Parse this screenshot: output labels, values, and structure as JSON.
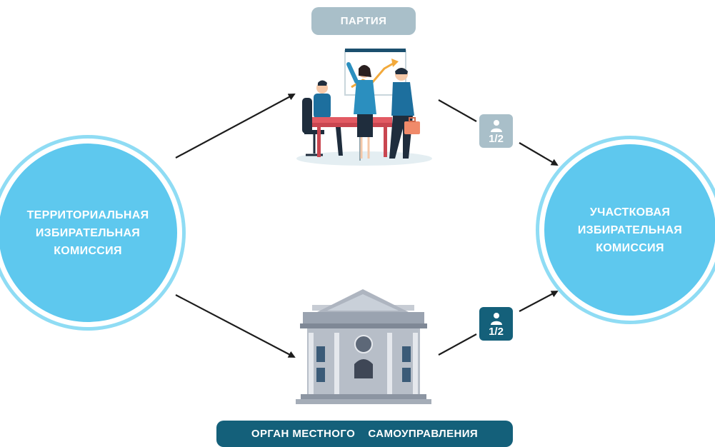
{
  "left_node": {
    "label": "ТЕРРИТОРИАЛЬНАЯ\nИЗБИРАТЕЛЬНАЯ\nКОМИССИЯ",
    "color": "#5ec8ee"
  },
  "right_node": {
    "label": "УЧАСТКОВАЯ\nИЗБИРАТЕЛЬНАЯ\nКОМИССИЯ",
    "color": "#5ec8ee"
  },
  "top_node": {
    "label": "ПАРТИЯ",
    "color": "#a9bfc9",
    "icon": "business-meeting-icon"
  },
  "bottom_node": {
    "label": "ОРГАН МЕСТНОГО    САМОУПРАВЛЕНИЯ",
    "color": "#14607a",
    "icon": "government-building-icon"
  },
  "top_badge": {
    "text": "1/2",
    "color": "#a9bfc9",
    "icon": "person-icon"
  },
  "bottom_badge": {
    "text": "1/2",
    "color": "#14607a",
    "icon": "person-icon"
  }
}
